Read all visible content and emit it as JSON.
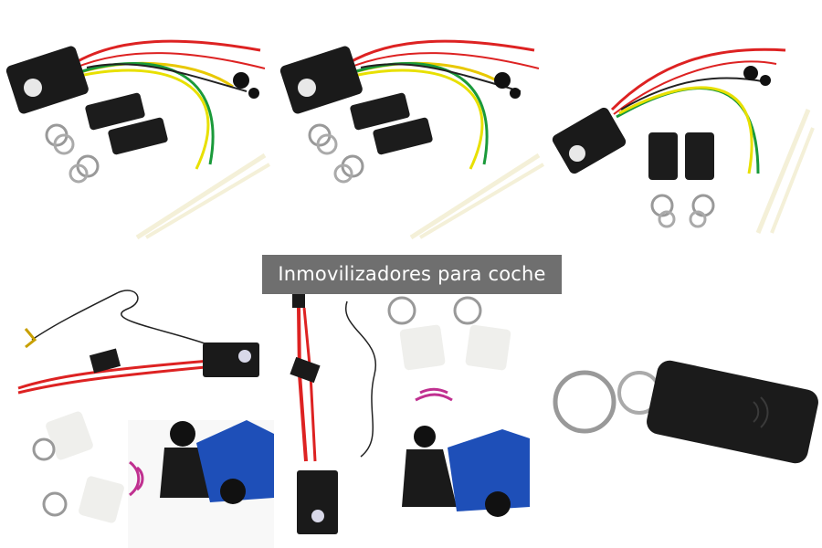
{
  "caption": "Inmovilizadores para coche",
  "products": [
    {
      "name": "Immobilizer kit with module, wire harness and two black keyfobs"
    },
    {
      "name": "Immobilizer kit with module, wire harness and two black keyfobs"
    },
    {
      "name": "Immobilizer kit with module, wire harness and two black keyfobs"
    },
    {
      "name": "Immobilizer wiring with fuse and two white RFID tags"
    },
    {
      "name": "Immobilizer module with relay wiring and white RFID tags"
    },
    {
      "name": "Black RFID keyfob with key ring"
    }
  ]
}
